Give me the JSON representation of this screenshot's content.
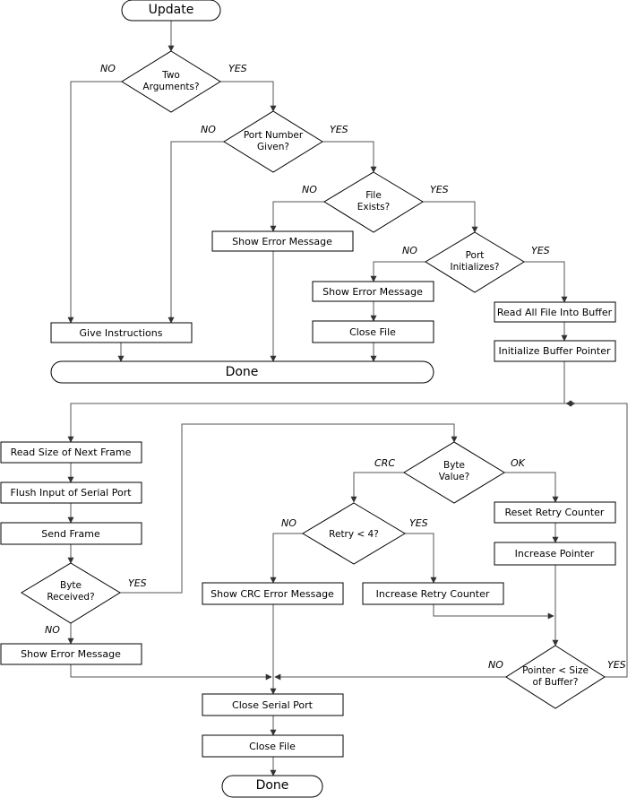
{
  "terminals": {
    "start": "Update",
    "done_middle": "Done",
    "done_bottom": "Done"
  },
  "decisions": {
    "two_arguments": [
      "Two",
      "Arguments?"
    ],
    "port_number_given": [
      "Port Number",
      "Given?"
    ],
    "file_exists": [
      "File",
      "Exists?"
    ],
    "port_initializes": [
      "Port",
      "Initializes?"
    ],
    "byte_value": [
      "Byte",
      "Value?"
    ],
    "retry_lt_4": [
      "Retry < 4?"
    ],
    "byte_received": [
      "Byte",
      "Received?"
    ],
    "pointer_lt_size": [
      "Pointer < Size",
      "of Buffer?"
    ]
  },
  "processes": {
    "give_instructions": "Give Instructions",
    "show_error_1": "Show Error Message",
    "show_error_2": "Show Error Message",
    "close_file_1": "Close File",
    "read_all_file": "Read All File Into Buffer",
    "init_buffer_pointer": "Initialize Buffer Pointer",
    "read_size_frame": "Read Size of Next Frame",
    "flush_input": "Flush Input of Serial Port",
    "send_frame": "Send Frame",
    "show_error_3": "Show Error Message",
    "reset_retry": "Reset Retry Counter",
    "increase_pointer": "Increase Pointer",
    "show_crc_error": "Show CRC Error Message",
    "increase_retry": "Increase Retry Counter",
    "close_serial_port": "Close Serial Port",
    "close_file_2": "Close File"
  },
  "labels": {
    "no": "NO",
    "yes": "YES",
    "crc": "CRC",
    "ok": "OK"
  }
}
